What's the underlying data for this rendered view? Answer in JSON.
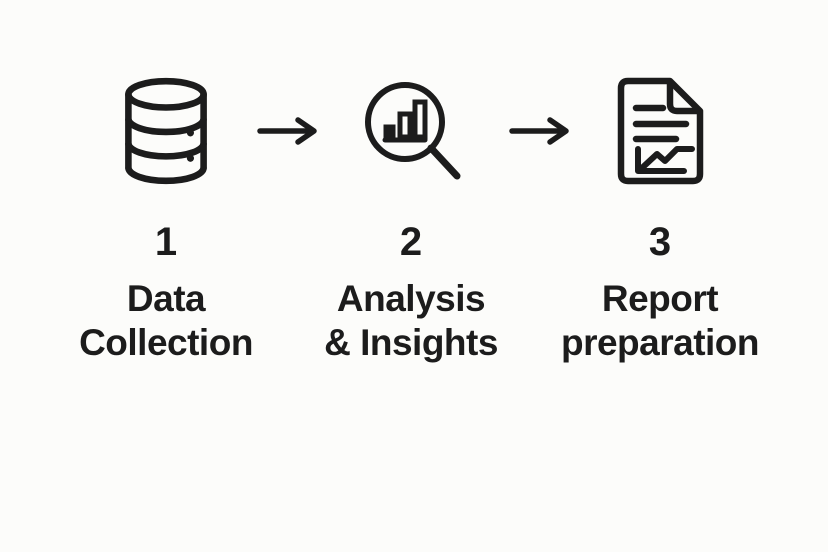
{
  "title": "Three-step data process diagram",
  "colors": {
    "bg": "#fcfcfa",
    "ink": "#1c1c1c"
  },
  "steps": [
    {
      "id": "data-collection",
      "number": "1",
      "lines": [
        "Data",
        "Collection"
      ],
      "icon": "database-icon"
    },
    {
      "id": "analysis-insights",
      "number": "2",
      "lines": [
        "Analysis",
        "& Insights"
      ],
      "icon": "magnifier-bar-chart-icon"
    },
    {
      "id": "report-preparation",
      "number": "3",
      "lines": [
        "Report",
        "preparation"
      ],
      "icon": "report-document-icon"
    }
  ],
  "arrows": [
    {
      "icon": "arrow-right-icon"
    },
    {
      "icon": "arrow-right-icon"
    }
  ]
}
